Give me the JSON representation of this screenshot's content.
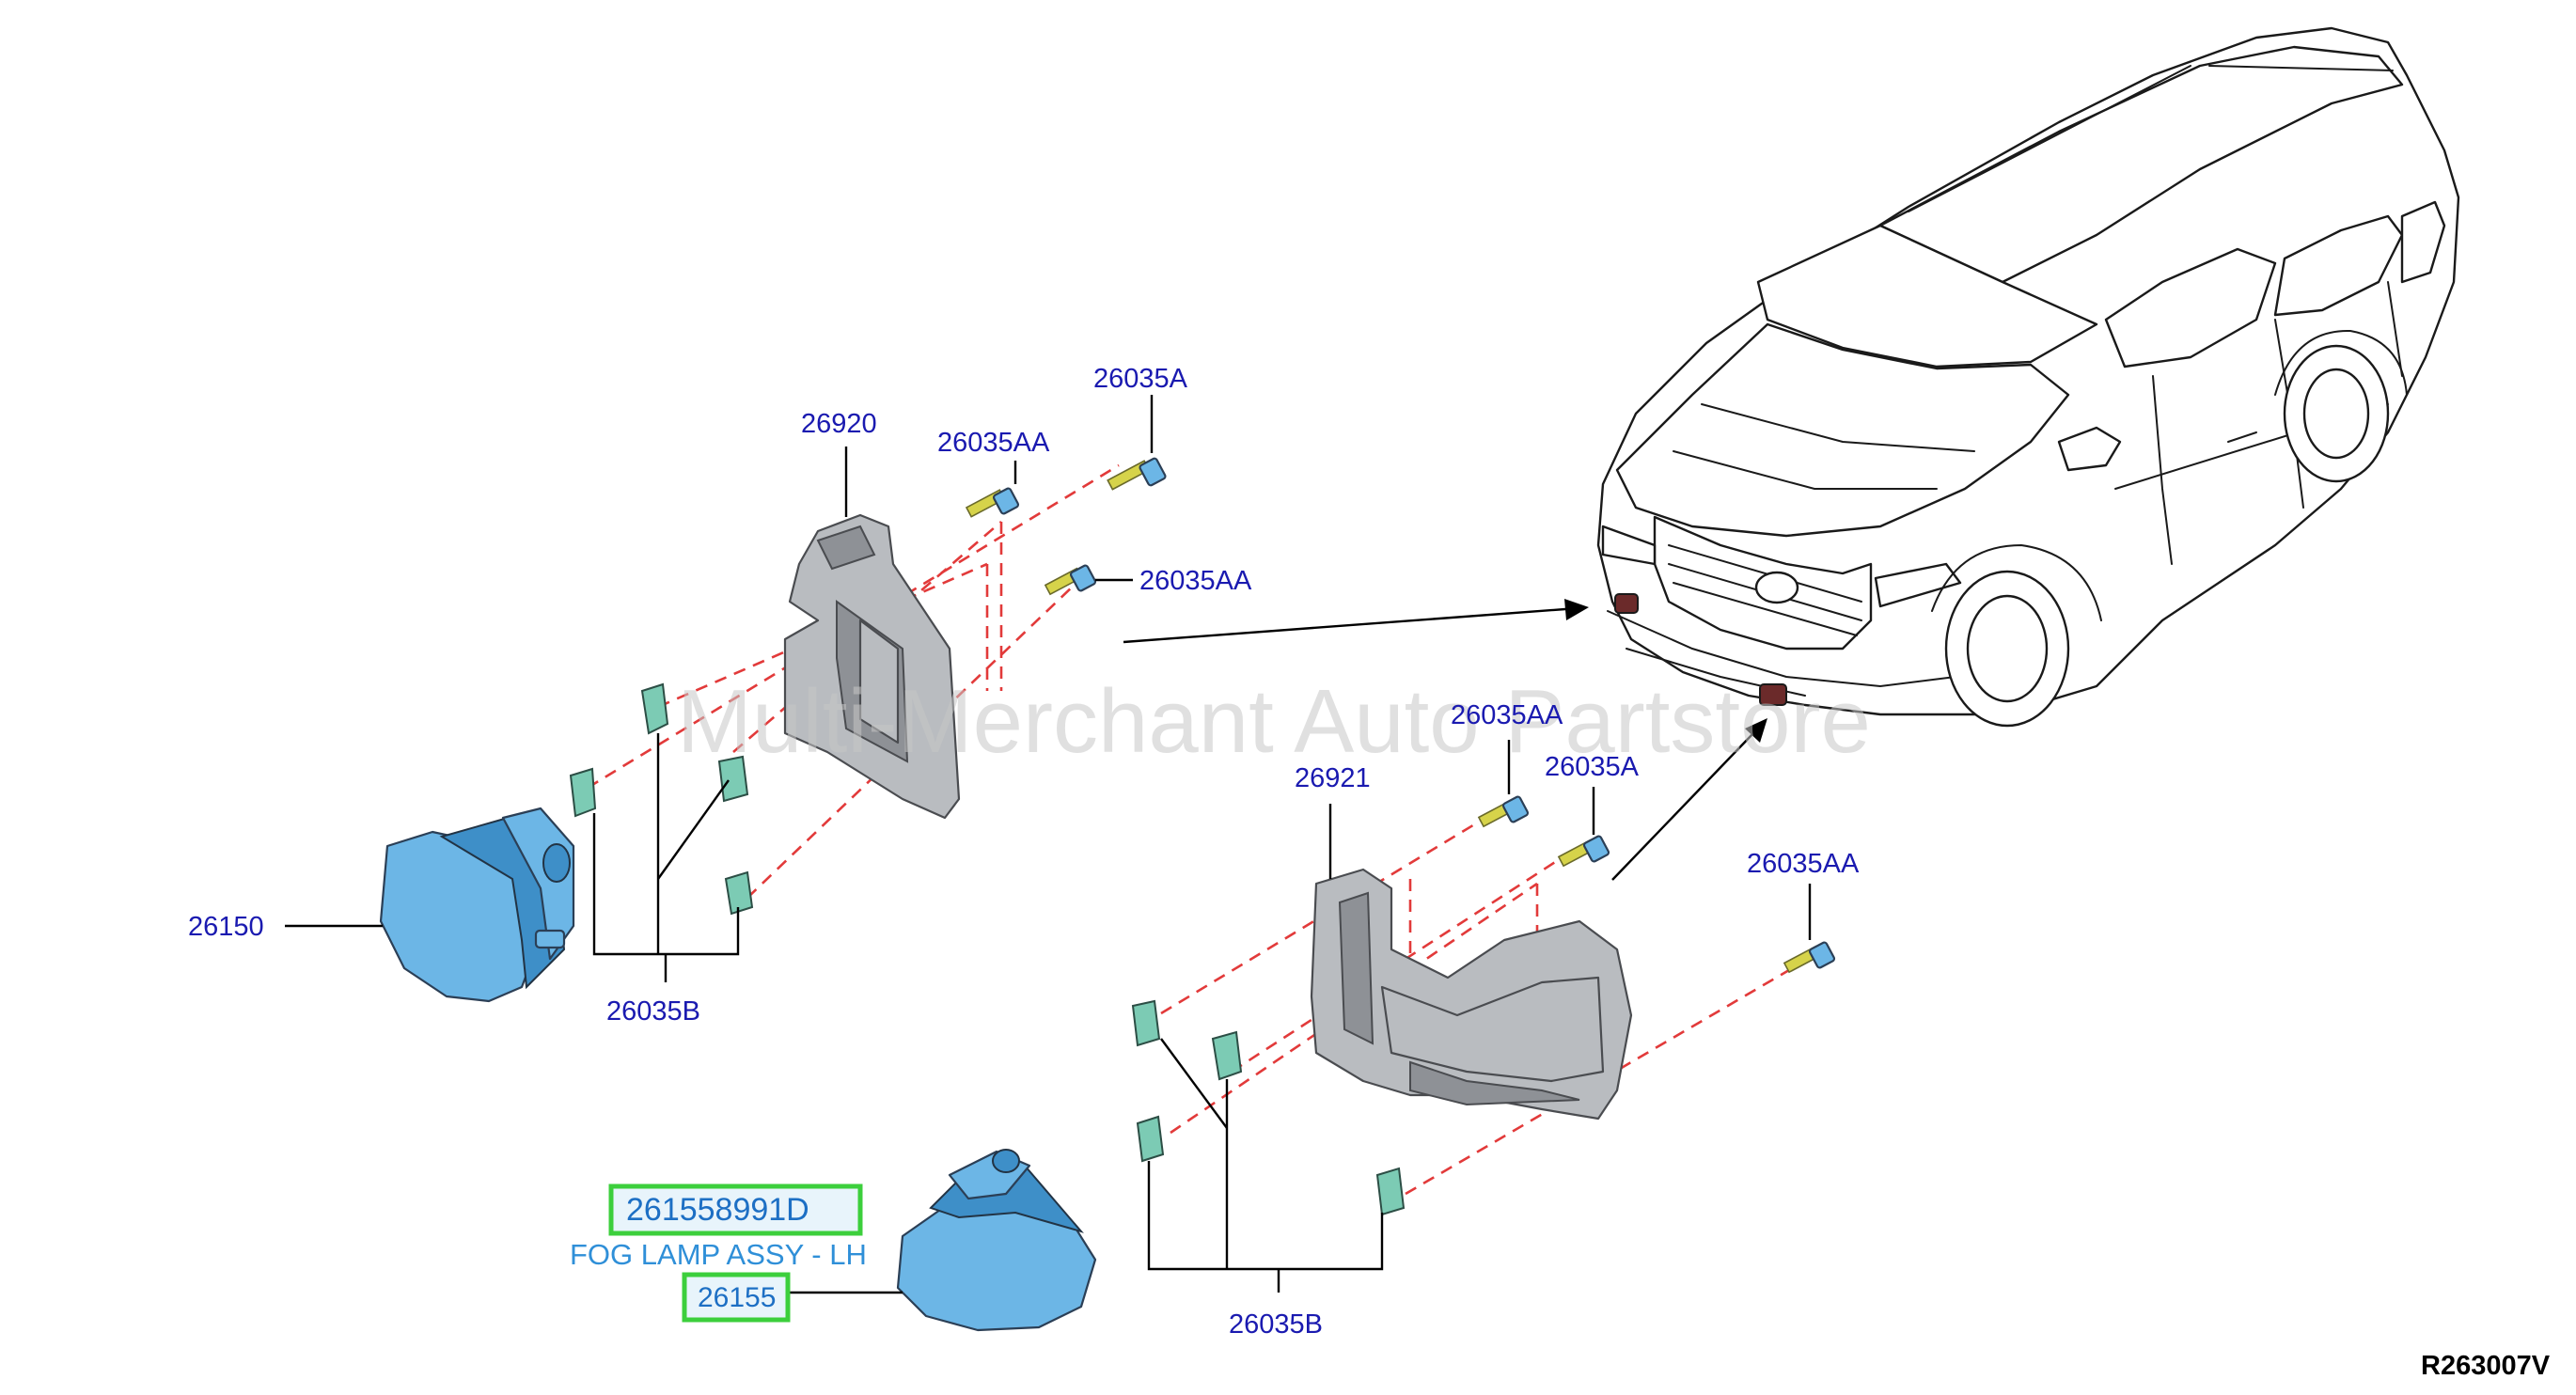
{
  "callouts": {
    "bracket_lh": "26920",
    "bracket_rh": "26921",
    "fog_lamp_rh": "26150",
    "fog_lamp_lh": "26155",
    "bolt_a_upper": "26035A",
    "bolt_aa_upper_1": "26035AA",
    "bolt_aa_upper_2": "26035AA",
    "clip_b_upper": "26035B",
    "bolt_aa_lower_1": "26035AA",
    "bolt_a_lower": "26035A",
    "bolt_aa_lower_2": "26035AA",
    "clip_b_lower": "26035B"
  },
  "highlight": {
    "part_number": "261558991D",
    "description": "FOG LAMP ASSY - LH"
  },
  "watermark": "Multi-Merchant Auto Partstore",
  "reference_code": "R263007V",
  "colors": {
    "callout_text": "#1a1ab0",
    "dashed_guide": "#e23a3a",
    "highlight_border": "#3ccf3c",
    "highlight_text": "#1d6fc4",
    "part_blue": "#6cb6e6",
    "part_gray": "#b9bcc0",
    "bolt_yellow": "#d6d34a"
  }
}
